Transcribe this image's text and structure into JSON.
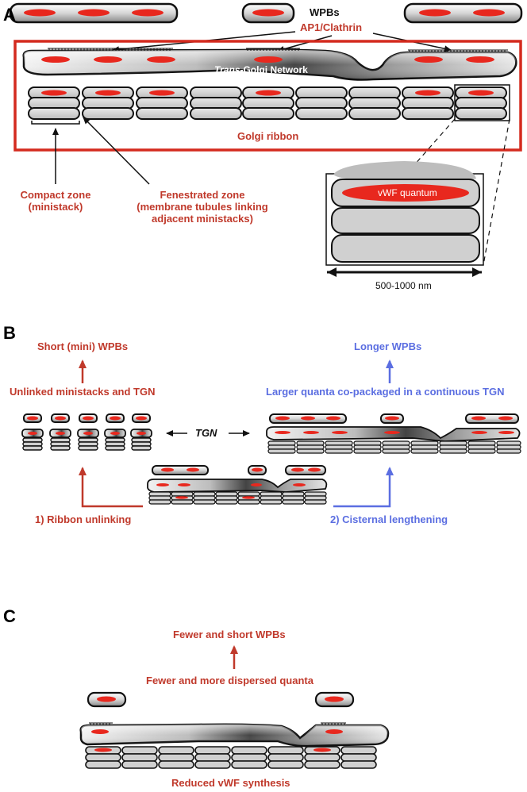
{
  "panels": {
    "a": {
      "letter": "A",
      "wpbs": "WPBs",
      "ap1": "AP1/Clathrin",
      "tgn_italic": "Trans",
      "tgn_rest": "-Golgi Network",
      "golgi_ribbon": "Golgi ribbon",
      "compact_zone_1": "Compact zone",
      "compact_zone_2": "(ministack)",
      "fen_zone_1": "Fenestrated zone",
      "fen_zone_2": "(membrane tubules linking",
      "fen_zone_3": "adjacent ministacks)",
      "vwf_quantum": "vWF quantum",
      "scale": "500-1000 nm"
    },
    "b": {
      "letter": "B",
      "short_wpbs": "Short (mini) WPBs",
      "longer_wpbs": "Longer WPBs",
      "unlinked": "Unlinked ministacks and TGN",
      "larger_quanta": "Larger quanta co-packaged in a continuous TGN",
      "tgn": "TGN",
      "ribbon_unlinking": "1) Ribbon unlinking",
      "cisternal_lengthening": "2) Cisternal lengthening"
    },
    "c": {
      "letter": "C",
      "fewer_short": "Fewer and short WPBs",
      "fewer_dispersed": "Fewer and more dispersed quanta",
      "reduced": "Reduced vWF synthesis"
    }
  },
  "colors": {
    "red": "#c0392b",
    "quantum_red": "#e8281e",
    "blue": "#5b6ee1",
    "membrane_gray": "#cfcfcf"
  }
}
